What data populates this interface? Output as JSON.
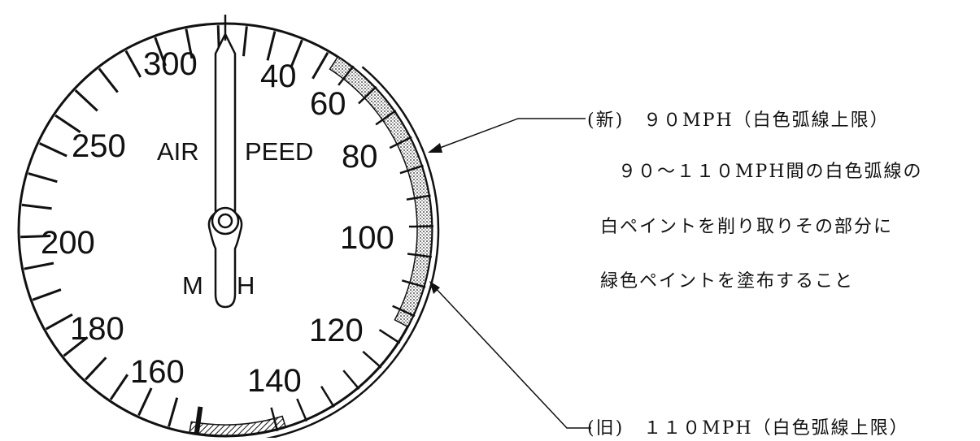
{
  "gauge": {
    "dial_labels": {
      "v300": "300",
      "v40": "40",
      "v60": "60",
      "v80": "80",
      "v100": "100",
      "v120": "120",
      "v140": "140",
      "v160": "160",
      "v180": "180",
      "v200": "200",
      "v250": "250"
    },
    "label_air": "AIR",
    "label_speed": "PEED",
    "label_m": "M",
    "label_h": "H"
  },
  "annotations": {
    "new_limit": "(新)　９０MPH（白色弧線上限）",
    "instruction_lines": [
      "９０～１１０MPH間の白色弧線の",
      "白ペイントを削り取りその部分に",
      "緑色ペイントを塗布すること"
    ],
    "old_limit": "(旧)　１１０MPH（白色弧線上限）"
  },
  "colors": {
    "ink": "#111111",
    "background": "#ffffff"
  }
}
